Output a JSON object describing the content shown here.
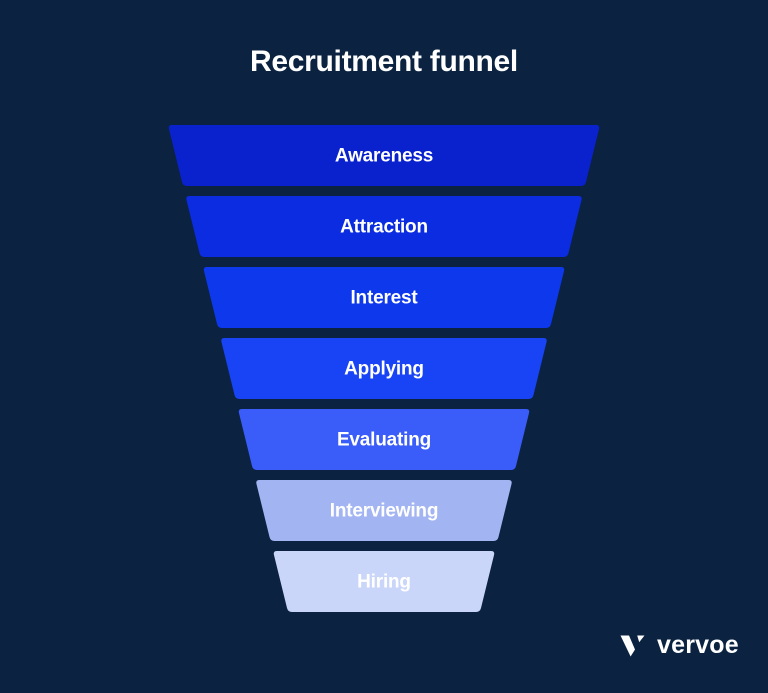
{
  "title": "Recruitment funnel",
  "background_color": "#0b2340",
  "logo": {
    "name": "vervoe",
    "mark": "vervoe-v-icon",
    "color": "#ffffff"
  },
  "chart_data": {
    "type": "funnel",
    "title": "Recruitment funnel",
    "xlabel": "",
    "ylabel": "",
    "legend": "none",
    "grid": false,
    "stages": [
      {
        "label": "Awareness",
        "color": "#0a22ce",
        "width_pct": 100,
        "order": 1
      },
      {
        "label": "Attraction",
        "color": "#0b2ce0",
        "width_pct": 89,
        "order": 2
      },
      {
        "label": "Interest",
        "color": "#0e38ec",
        "width_pct": 78,
        "order": 3
      },
      {
        "label": "Applying",
        "color": "#1944f5",
        "width_pct": 67,
        "order": 4
      },
      {
        "label": "Evaluating",
        "color": "#3a5cf8",
        "width_pct": 56,
        "order": 5
      },
      {
        "label": "Interviewing",
        "color": "#a3b4f2",
        "width_pct": 45,
        "order": 6
      },
      {
        "label": "Hiring",
        "color": "#c9d6f9",
        "width_pct": 34,
        "order": 7
      }
    ],
    "categories": [
      "Awareness",
      "Attraction",
      "Interest",
      "Applying",
      "Evaluating",
      "Interviewing",
      "Hiring"
    ],
    "values": [
      100,
      89,
      78,
      67,
      56,
      45,
      34
    ]
  }
}
